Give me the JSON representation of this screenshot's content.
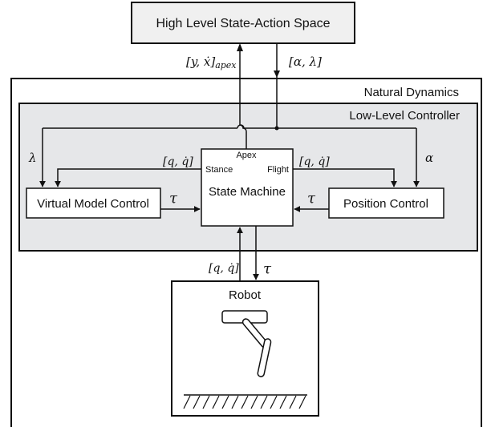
{
  "boxes": {
    "high_level": "High Level State-Action Space",
    "natural_dynamics": "Natural Dynamics",
    "low_level": "Low-Level Controller",
    "vmc": "Virtual Model Control",
    "state_machine": "State Machine",
    "position_control": "Position Control",
    "robot": "Robot"
  },
  "state_machine_ports": {
    "apex": "Apex",
    "stance": "Stance",
    "flight": "Flight"
  },
  "signals": {
    "apex_state_main": "[y, ẋ]",
    "apex_state_sub": "apex",
    "action": "[α, λ]",
    "lambda": "λ",
    "alpha": "α",
    "q_stance": "[q, q̇]",
    "q_flight": "[q, q̇]",
    "tau_left": "τ",
    "tau_right": "τ",
    "q_robot": "[q, q̇]",
    "tau_robot": "τ"
  },
  "colors": {
    "line": "#111111",
    "high_level_fill": "#f0f0f0",
    "low_level_fill": "#e6e7e9",
    "box_fill": "#ffffff"
  }
}
